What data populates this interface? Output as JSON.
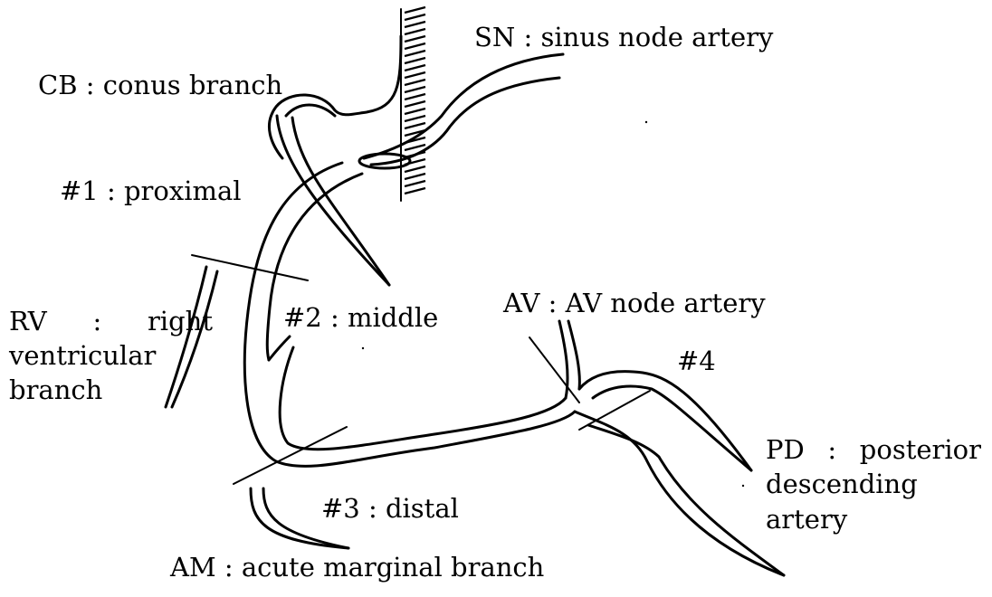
{
  "labels": {
    "sn": "SN : sinus node artery",
    "cb": "CB : conus branch",
    "proximal": "#1 : proximal",
    "rv_abbr": "RV",
    "rv_colon": ":",
    "rv_word1": "right",
    "rv_word2": "ventricular",
    "rv_word3": "branch",
    "middle": "#2 : middle",
    "av": "AV : AV node artery",
    "seg4": "#4",
    "pd_abbr": "PD",
    "pd_colon": ":",
    "pd_word1": "posterior",
    "pd_word2": "descending",
    "pd_word3": "artery",
    "distal": "#3 : distal",
    "am": "AM : acute marginal branch"
  },
  "colors": {
    "ink": "#000000",
    "background": "#ffffff"
  }
}
